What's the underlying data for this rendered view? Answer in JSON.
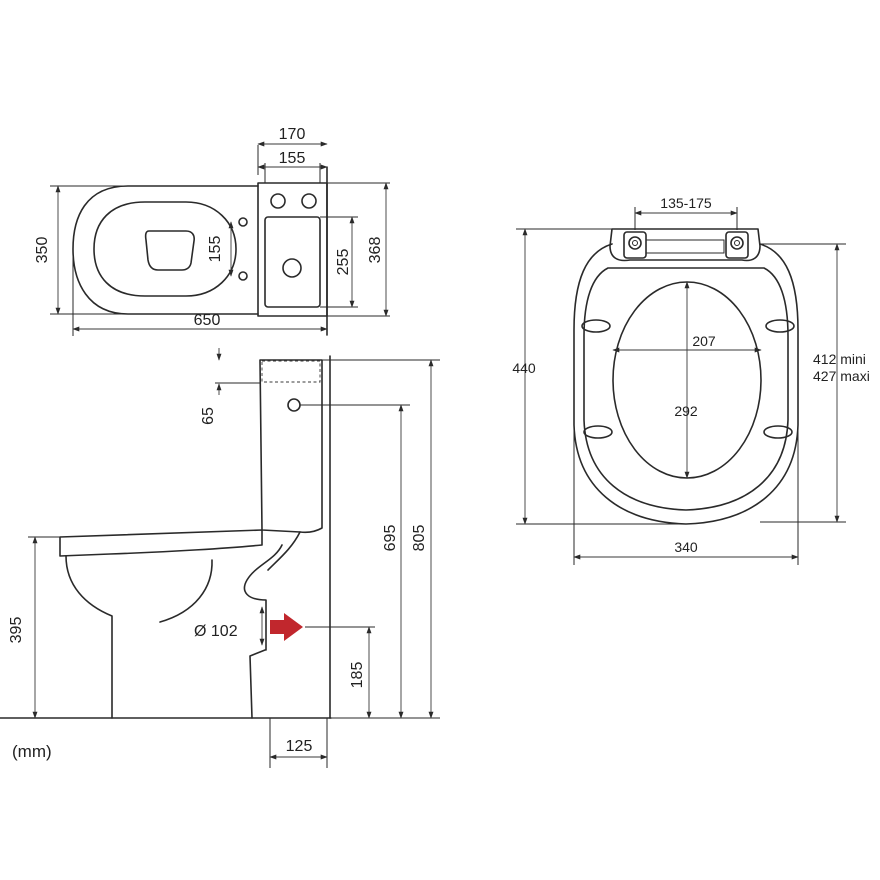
{
  "units": "(mm)",
  "top_view": {
    "overall_length": "650",
    "overall_width": "350",
    "tank_outer_width": "170",
    "tank_inner_width": "155",
    "fixing_hole_spacing": "155",
    "tank_inner_depth": "255",
    "tank_outer_depth": "368"
  },
  "side_view": {
    "top_offset": "65",
    "inlet_height": "695",
    "total_height": "805",
    "seat_height": "395",
    "outlet_diameter": "Ø 102",
    "outlet_height": "185",
    "outlet_to_wall": "125",
    "outlet_arrow_color": "#c1272d"
  },
  "seat_view": {
    "hinge_spacing": "135-175",
    "seat_length": "440",
    "inner_width": "207",
    "inner_length": "292",
    "seat_width": "340",
    "hinge_to_front_min": "412 mini",
    "hinge_to_front_max": "427 maxi"
  }
}
